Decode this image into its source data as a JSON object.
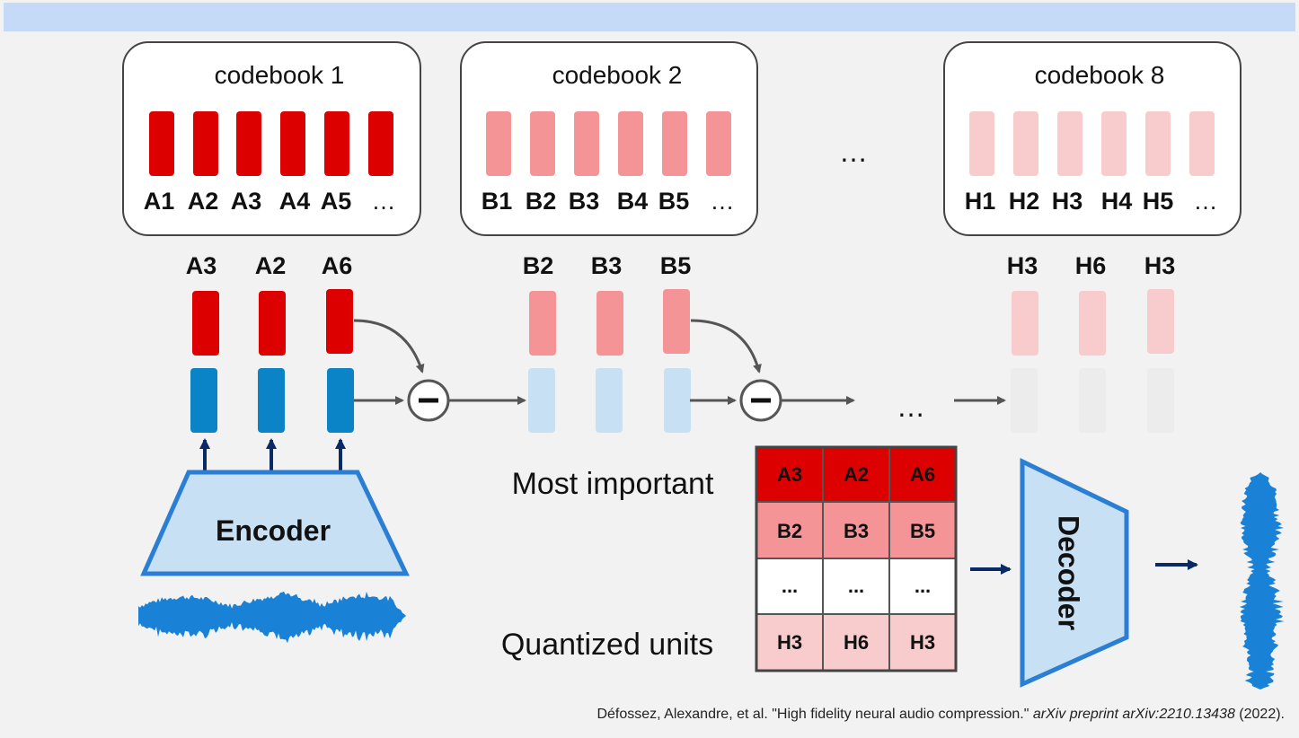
{
  "codebooks": [
    {
      "title": "codebook 1",
      "entries": [
        "A1",
        "A2",
        "A3",
        "A4",
        "A5",
        "…"
      ]
    },
    {
      "title": "codebook 2",
      "entries": [
        "B1",
        "B2",
        "B3",
        "B4",
        "B5",
        "…"
      ]
    },
    {
      "title": "codebook 8",
      "entries": [
        "H1",
        "H2",
        "H3",
        "H4",
        "H5",
        "…"
      ]
    }
  ],
  "between_codebooks": "…",
  "selected_codes": [
    [
      "A3",
      "A2",
      "A6"
    ],
    [
      "B2",
      "B3",
      "B5"
    ],
    [
      "H3",
      "H6",
      "H3"
    ]
  ],
  "pipeline_ellipsis": "…",
  "encoder_label": "Encoder",
  "decoder_label": "Decoder",
  "most_important_label": "Most important",
  "quantized_units_label": "Quantized units",
  "table_rows": [
    [
      "A3",
      "A2",
      "A6"
    ],
    [
      "B2",
      "B3",
      "B5"
    ],
    [
      "...",
      "...",
      "..."
    ],
    [
      "H3",
      "H6",
      "H3"
    ]
  ],
  "citation": {
    "prefix": "Défossez, Alexandre, et al. \"High fidelity neural audio compression.\" ",
    "journal": "arXiv preprint arXiv:2210.13438",
    "year": " (2022)."
  },
  "colors": {
    "codebook1": "#dd0000",
    "codebook2": "#f49496",
    "codebook8": "#f8cccd",
    "encoded_vector": "#0a84c6",
    "residual_vector": "#c8e0f4",
    "residual_vector_last": "#ececec",
    "module_fill": "#c8e0f4",
    "module_stroke": "#2a7fd4",
    "waveform": "#1a82d6",
    "arrow_dark": "#0a2a66",
    "arrow_gray": "#555555"
  }
}
